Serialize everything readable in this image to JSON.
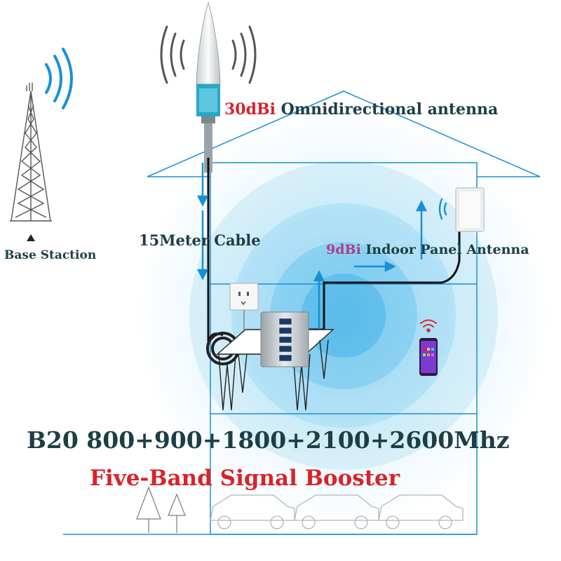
{
  "labels": {
    "base_station": "Base Staction",
    "outdoor_gain": "30dBi",
    "outdoor_antenna": "Omnidirectional antenna",
    "cable": "15Meter Cable",
    "indoor_gain": "9dBi",
    "indoor_antenna": "Indoor Panel Antenna",
    "bands": "B20 800+900+1800+2100+2600Mhz",
    "product": "Five-Band Signal Booster"
  },
  "colors": {
    "accent_blue": "#1a8fd6",
    "title_dark": "#1d3e45",
    "highlight_red": "#d8232a",
    "highlight_pink": "#b13a86",
    "coverage": "#8fd3f0"
  },
  "icons": [
    "tower-icon",
    "omni-antenna-icon",
    "panel-antenna-icon",
    "booster-icon",
    "power-socket-icon",
    "smartphone-icon",
    "car-icon",
    "tree-icon"
  ]
}
